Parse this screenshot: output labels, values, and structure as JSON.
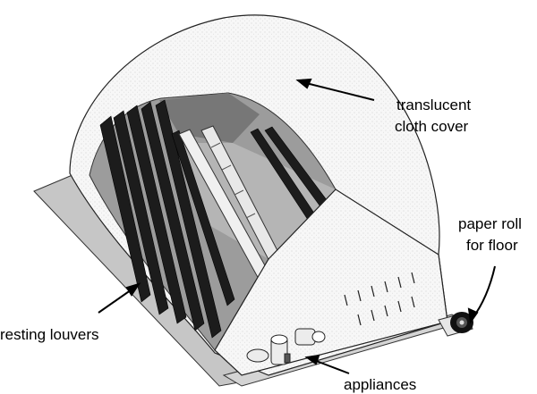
{
  "labels": {
    "cover_line1": "translucent",
    "cover_line2": "cloth cover",
    "roll_line1": "paper roll",
    "roll_line2": "for floor",
    "louvers": "resting louvers",
    "appliances": "appliances"
  },
  "colors": {
    "louver": "#1c1c1c",
    "cover": "#f6f6f6",
    "interior_shade": "#bdbdbd",
    "floor": "#c9c9c9"
  }
}
